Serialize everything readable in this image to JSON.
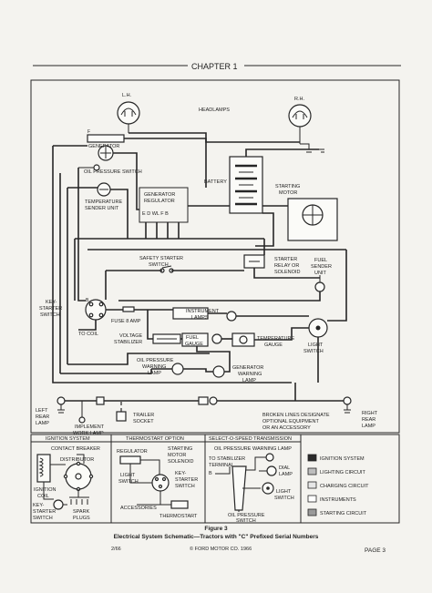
{
  "page": {
    "chapter_label": "CHAPTER 1",
    "page_number": "PAGE 3",
    "date_code": "2/66",
    "copyright": "© FORD MOTOR CO. 1966"
  },
  "figure": {
    "number": "Figure 3",
    "caption": "Electrical System Schematic—Tractors with \"C\" Prefixed Serial Numbers"
  },
  "components": {
    "lh": "L.H.",
    "rh": "R.H.",
    "headlamps": "HEADLAMPS",
    "generator": "GENERATOR",
    "oil_pressure_switch": "OIL PRESSURE SWITCH",
    "battery": "BATTERY",
    "starting_motor_1": "STARTING",
    "starting_motor_2": "MOTOR",
    "temp_sender_1": "TEMPERATURE",
    "temp_sender_2": "SENDER UNIT",
    "gen_regulator_1": "GENERATOR",
    "gen_regulator_2": "REGULATOR",
    "regulator_terminals": "E  D WL F  B",
    "safety_starter_1": "SAFETY STARTER",
    "safety_starter_2": "SWITCH",
    "starter_relay_1": "STARTER",
    "starter_relay_2": "RELAY OR",
    "starter_relay_3": "SOLENOID",
    "fuel_sender_1": "FUEL",
    "fuel_sender_2": "SENDER",
    "fuel_sender_3": "UNIT",
    "key_starter_1": "KEY-",
    "key_starter_2": "STARTER",
    "key_starter_3": "SWITCH",
    "fuse": "FUSE 8 AMP",
    "instrument_lamps_1": "INSTRUMENT",
    "instrument_lamps_2": "LAMPS",
    "to_coil": "TO COIL",
    "voltage_stab_1": "VOLTAGE",
    "voltage_stab_2": "STABILIZER",
    "fuel_gauge_1": "FUEL",
    "fuel_gauge_2": "GAUGE",
    "temp_gauge_1": "TEMPERATURE",
    "temp_gauge_2": "GAUGE",
    "light_switch_1": "LIGHT",
    "light_switch_2": "SWITCH",
    "oil_warn_1": "OIL PRESSURE",
    "oil_warn_2": "WARNING",
    "oil_warn_3": "LAMP",
    "gen_warn_1": "GENERATOR",
    "gen_warn_2": "WARNING",
    "gen_warn_3": "LAMP",
    "left_rear_1": "LEFT",
    "left_rear_2": "REAR",
    "left_rear_3": "LAMP",
    "right_rear_1": "RIGHT",
    "right_rear_2": "REAR",
    "right_rear_3": "LAMP",
    "implement_1": "IMPLEMENT",
    "implement_2": "WORK LAMP",
    "trailer_1": "TRAILER",
    "trailer_2": "SOCKET",
    "broken_lines_1": "BROKEN LINES DESIGNATE",
    "broken_lines_2": "OPTIONAL EQUIPMENT",
    "broken_lines_3": "OR AN ACCESSORY"
  },
  "panels": {
    "ignition": {
      "title": "IGNITION SYSTEM",
      "contact_breaker": "CONTACT BREAKER",
      "distributor": "DISTRIBUTOR",
      "ignition_coil_1": "IGNITION",
      "ignition_coil_2": "COIL",
      "key_switch_1": "KEY-",
      "key_switch_2": "STARTER",
      "key_switch_3": "SWITCH",
      "spark_1": "SPARK",
      "spark_2": "PLUGS"
    },
    "thermostart": {
      "title": "THERMOSTART OPTION",
      "regulator": "REGULATOR",
      "starting_1": "STARTING",
      "starting_2": "MOTOR",
      "starting_3": "SOLENOID",
      "light_1": "LIGHT",
      "light_2": "SWITCH",
      "key_1": "KEY-",
      "key_2": "STARTER",
      "key_3": "SWITCH",
      "accessories": "ACCESSORIES",
      "thermostart": "THERMOSTART"
    },
    "select_o_speed": {
      "title": "SELECT-O-SPEED TRANSMISSION",
      "oil_lamp": "OIL PRESSURE WARNING LAMP",
      "to_stab_1": "TO STABILIZER",
      "to_stab_2": "TERMINAL",
      "b_label": "B",
      "dial_1": "DIAL",
      "dial_2": "LAMP",
      "light_1": "LIGHT",
      "light_2": "SWITCH",
      "oil_press_1": "OIL PRESSURE",
      "oil_press_2": "SWITCH"
    }
  },
  "legend": [
    {
      "label": "IGNITION SYSTEM",
      "fill": "#2a2a2a"
    },
    {
      "label": "LIGHTING CIRCUIT",
      "fill": "#bdbdbd"
    },
    {
      "label": "CHARGING CIRCUIT",
      "fill": "#e6e6e6"
    },
    {
      "label": "INSTRUMENTS",
      "fill": "#ffffff"
    },
    {
      "label": "STARTING CIRCUIT",
      "fill": "#9a9a9a"
    }
  ]
}
